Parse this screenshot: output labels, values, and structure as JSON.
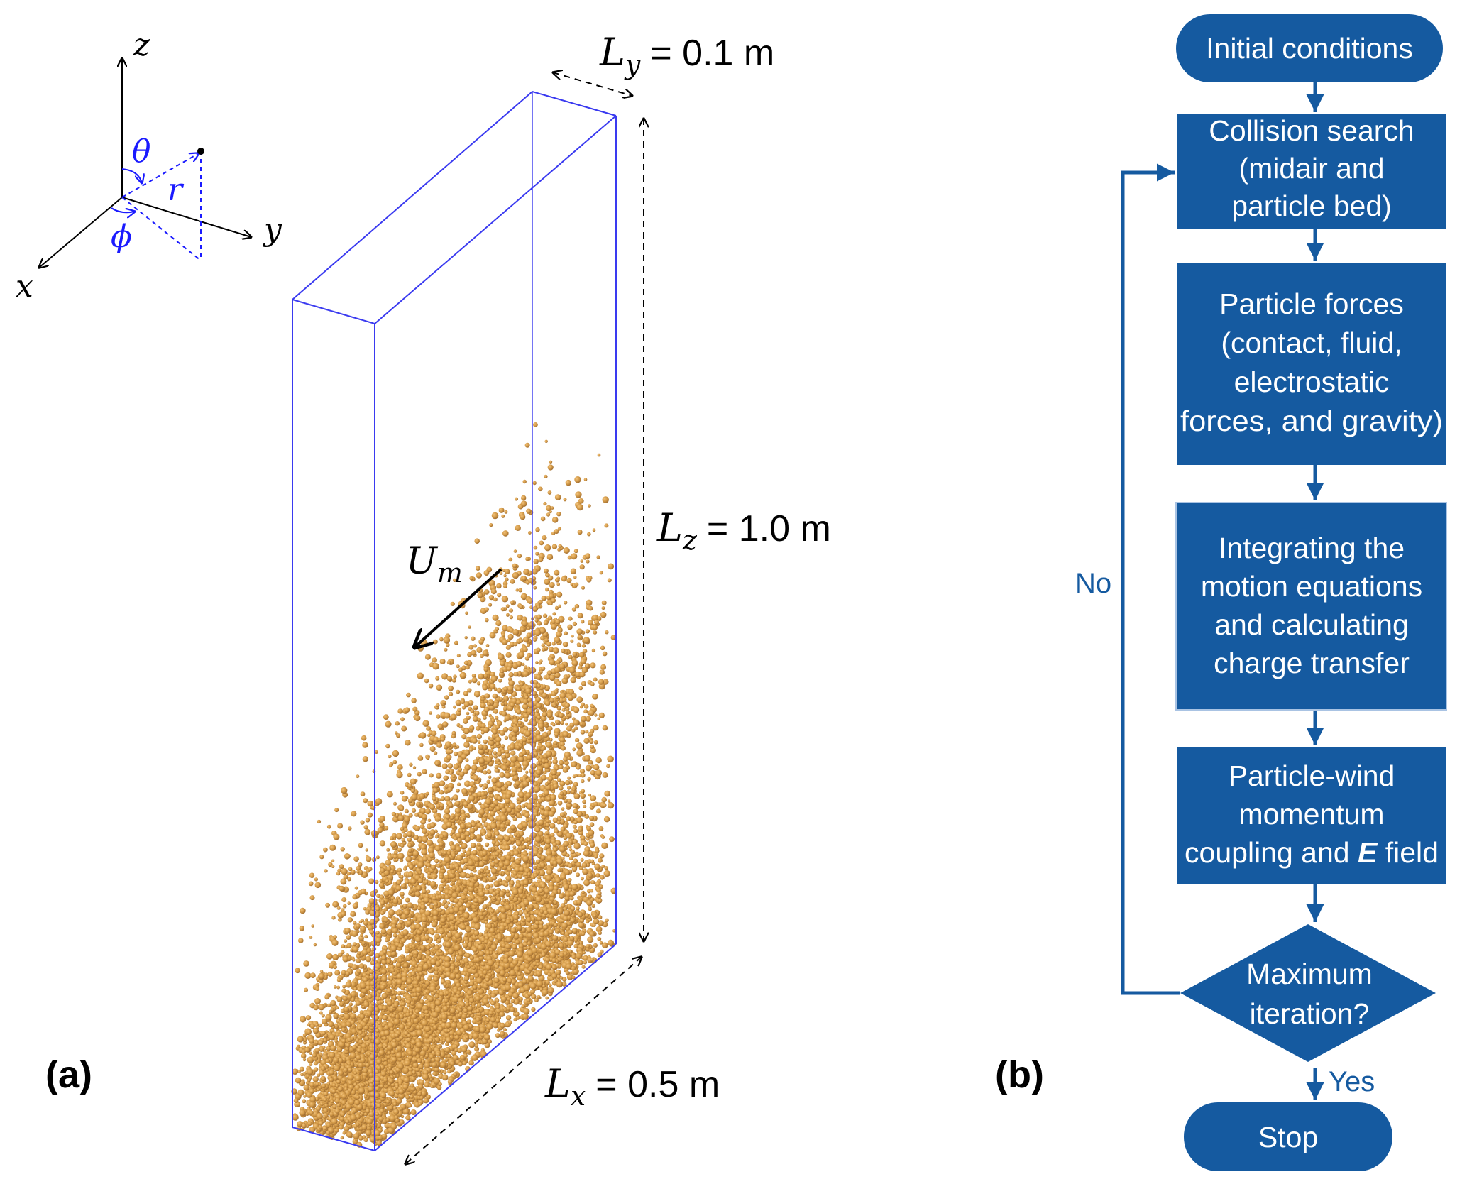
{
  "panels": {
    "a": {
      "label": "(a)",
      "axes": {
        "x": "x",
        "y": "y",
        "z": "z",
        "theta": "θ",
        "r": "r",
        "phi": "ϕ"
      },
      "domain_dims": [
        {
          "symbol": "L",
          "sub": "y",
          "value": "= 0.1 m"
        },
        {
          "symbol": "L",
          "sub": "z",
          "value": "= 1.0 m"
        },
        {
          "symbol": "L",
          "sub": "x",
          "value": "= 0.5 m"
        }
      ],
      "wind": {
        "symbol": "U",
        "sub": "m"
      },
      "colors": {
        "box_edge": "#3a3af0",
        "axis_annot": "#1a1aff",
        "particle": "#d39a48"
      }
    },
    "b": {
      "label": "(b)",
      "steps": {
        "start": [
          "Initial conditions"
        ],
        "collision": [
          "Collision search",
          "(midair and",
          "particle bed)"
        ],
        "forces": [
          "Particle forces",
          "(contact, fluid,",
          "electrostatic",
          "forces, and gravity)"
        ],
        "integrate": [
          "Integrating the",
          "motion equations",
          "and calculating",
          "charge transfer"
        ],
        "coupling": [
          "Particle-wind",
          "momentum",
          "coupling and ",
          "E",
          " field"
        ],
        "decision": [
          "Maximum",
          "iteration?"
        ],
        "stop": [
          "Stop"
        ]
      },
      "branch_no": "No",
      "branch_yes": "Yes",
      "colors": {
        "fill": "#155aa0",
        "text": "#ffffff"
      }
    }
  }
}
